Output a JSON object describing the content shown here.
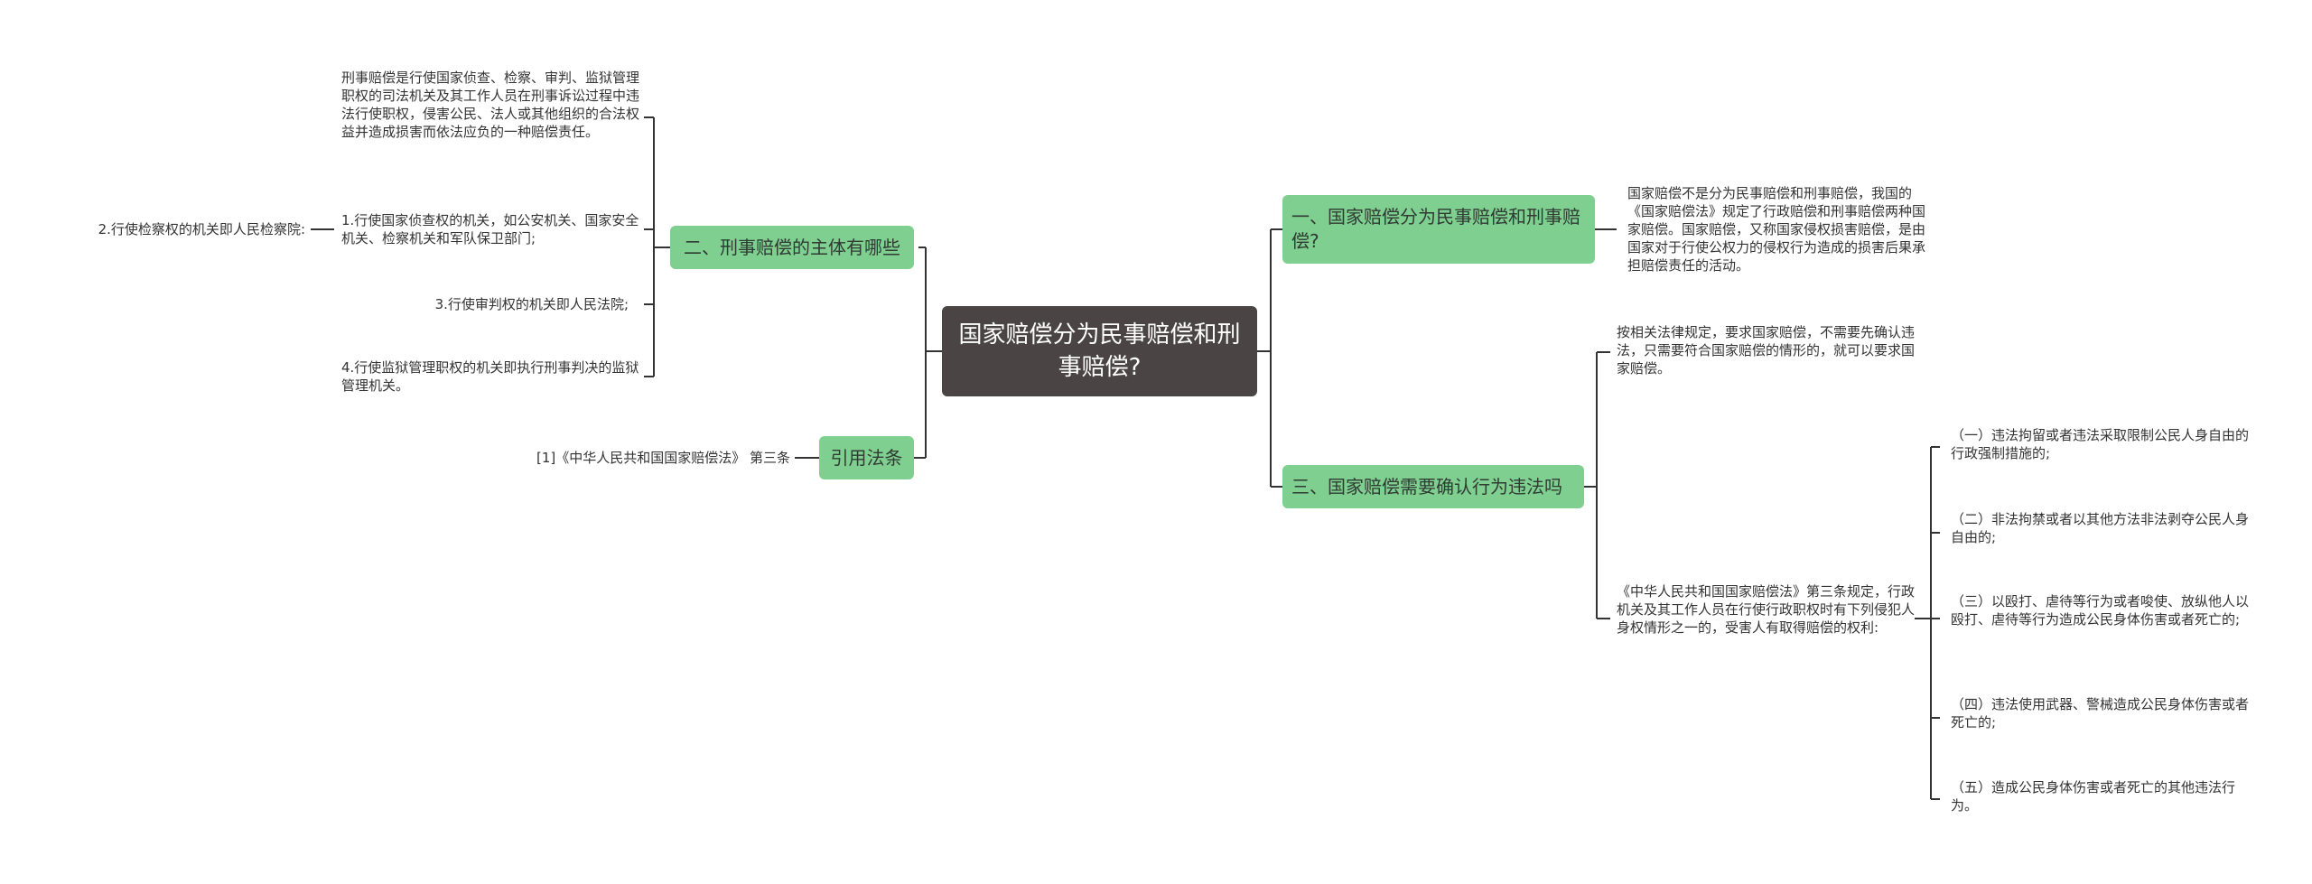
{
  "root": {
    "title": "国家赔偿分为民事赔偿和刑事赔偿?"
  },
  "left": {
    "subject": {
      "title": "二、刑事赔偿的主体有哪些",
      "definition": "刑事赔偿是行使国家侦查、检察、审判、监狱管理职权的司法机关及其工作人员在刑事诉讼过程中违法行使职权，侵害公民、法人或其他组织的合法权益并造成损害而依法应负的一种赔偿责任。",
      "item1": "1.行使国家侦查权的机关，如公安机关、国家安全机关、检察机关和军队保卫部门;",
      "item2": "2.行使检察权的机关即人民检察院:",
      "item3": "3.行使审判权的机关即人民法院;",
      "item4": "4.行使监狱管理职权的机关即执行刑事判决的监狱管理机关。"
    },
    "citation": {
      "title": "引用法条",
      "ref": "[1]《中华人民共和国国家赔偿法》 第三条"
    }
  },
  "right": {
    "one": {
      "title": "一、国家赔偿分为民事赔偿和刑事赔偿?",
      "desc": "国家赔偿不是分为民事赔偿和刑事赔偿，我国的《国家赔偿法》规定了行政赔偿和刑事赔偿两种国家赔偿。国家赔偿，又称国家侵权损害赔偿，是由国家对于行使公权力的侵权行为造成的损害后果承担赔偿责任的活动。"
    },
    "three": {
      "title": "三、国家赔偿需要确认行为违法吗",
      "law_note": "按相关法律规定，要求国家赔偿，不需要先确认违法，只需要符合国家赔偿的情形的，就可以要求国家赔偿。",
      "article3": "《中华人民共和国国家赔偿法》第三条规定，行政机关及其工作人员在行使行政职权时有下列侵犯人身权情形之一的，受害人有取得赔偿的权利:",
      "cases": [
        "（一）违法拘留或者违法采取限制公民人身自由的行政强制措施的;",
        "（二）非法拘禁或者以其他方法非法剥夺公民人身自由的;",
        "（三）以殴打、虐待等行为或者唆使、放纵他人以殴打、虐待等行为造成公民身体伤害或者死亡的;",
        "（四）违法使用武器、警械造成公民身体伤害或者死亡的;",
        "（五）造成公民身体伤害或者死亡的其他违法行为。"
      ]
    }
  },
  "colors": {
    "root_bg": "#4a4544",
    "branch_bg": "#7fcf90",
    "line": "#333333"
  }
}
